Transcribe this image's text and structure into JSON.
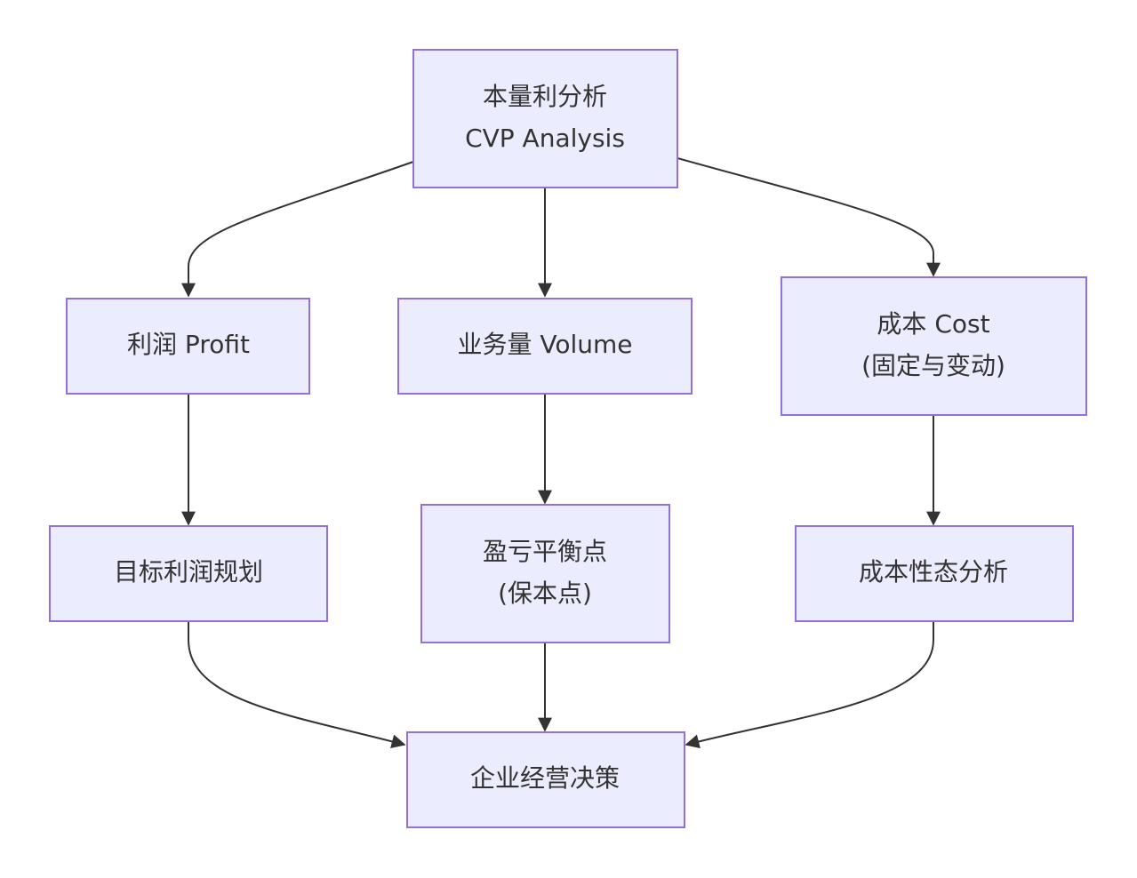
{
  "diagram": {
    "type": "flowchart",
    "direction": "top-down",
    "colors": {
      "node_fill": "#ECECFF",
      "node_border": "#9370DB",
      "text": "#333333",
      "edge": "#333333"
    },
    "nodes": {
      "cvp": {
        "lines": [
          "本量利分析",
          "CVP Analysis"
        ]
      },
      "profit": {
        "lines": [
          "利润 Profit"
        ]
      },
      "volume": {
        "lines": [
          "业务量 Volume"
        ]
      },
      "cost": {
        "lines": [
          "成本 Cost",
          "(固定与变动)"
        ]
      },
      "target_profit": {
        "lines": [
          "目标利润规划"
        ]
      },
      "breakeven": {
        "lines": [
          "盈亏平衡点",
          "(保本点)"
        ]
      },
      "cost_behavior": {
        "lines": [
          "成本性态分析"
        ]
      },
      "decision": {
        "lines": [
          "企业经营决策"
        ]
      }
    },
    "edges": [
      {
        "from": "cvp",
        "to": "profit"
      },
      {
        "from": "cvp",
        "to": "volume"
      },
      {
        "from": "cvp",
        "to": "cost"
      },
      {
        "from": "profit",
        "to": "target_profit"
      },
      {
        "from": "volume",
        "to": "breakeven"
      },
      {
        "from": "cost",
        "to": "cost_behavior"
      },
      {
        "from": "target_profit",
        "to": "decision"
      },
      {
        "from": "breakeven",
        "to": "decision"
      },
      {
        "from": "cost_behavior",
        "to": "decision"
      }
    ]
  }
}
